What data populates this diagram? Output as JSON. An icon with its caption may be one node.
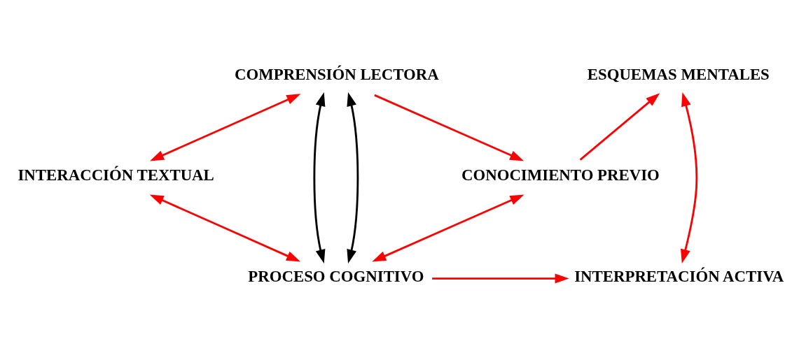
{
  "diagram": {
    "nodes": [
      {
        "text": [
          "COMPRENSIÓN LECTORA"
        ]
      },
      {
        "text": [
          "ESQUEMAS MENTALES"
        ]
      },
      {
        "text": [
          "INTERACCIÓN TEXTUAL"
        ]
      },
      {
        "text": [
          "CONOCIMIENTO PREVIO"
        ]
      },
      {
        "text": [
          "INTERPRETACIÓN ACTIVA"
        ]
      },
      {
        "text": [
          "PROCESO COGNITIVO"
        ]
      }
    ],
    "edges": [
      {
        "from": 5,
        "to": 0,
        "arrow": "both",
        "color": "#000000"
      },
      {
        "from": 5,
        "to": 0,
        "arrow": "both",
        "color": "#000000"
      },
      {
        "from": 2,
        "to": 0,
        "arrow": "both",
        "color": "#ff0000"
      },
      {
        "from": 2,
        "to": 5,
        "arrow": "both",
        "color": "#ff0000"
      },
      {
        "from": 0,
        "to": 3,
        "arrow": "to",
        "color": "#ff0000"
      },
      {
        "from": 3,
        "to": 1,
        "arrow": "to",
        "color": "#ff0000"
      },
      {
        "from": 5,
        "to": 3,
        "arrow": "both",
        "color": "#ff0000"
      },
      {
        "from": 5,
        "to": 4,
        "arrow": "to",
        "color": "#ff0000"
      },
      {
        "from": 1,
        "to": 4,
        "arrow": "both",
        "color": "#ff0000"
      }
    ]
  }
}
